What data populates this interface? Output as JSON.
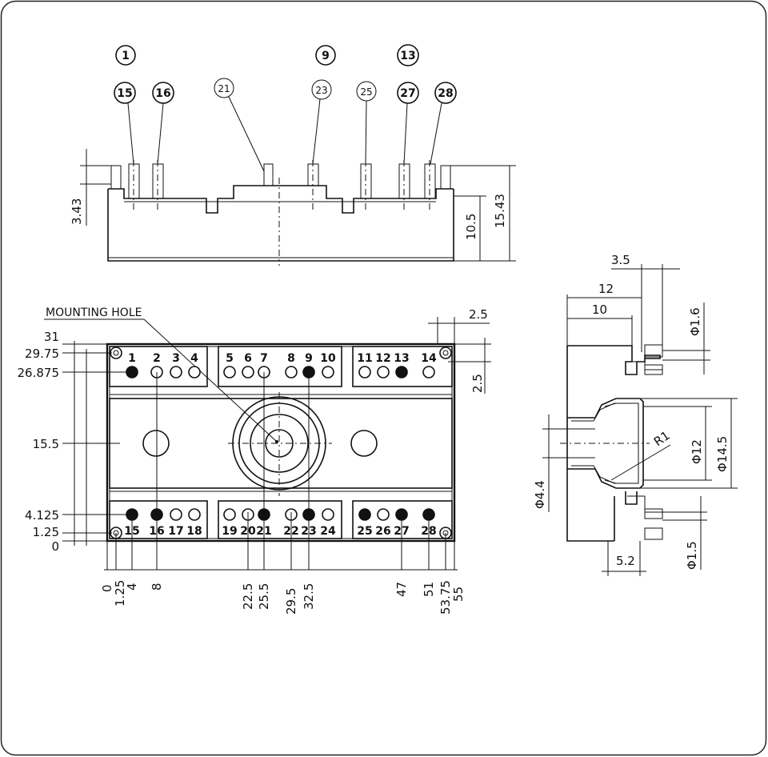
{
  "side_view": {
    "callouts": [
      "1",
      "9",
      "13",
      "15",
      "16",
      "21",
      "23",
      "25",
      "27",
      "28"
    ],
    "dims": {
      "pin_height": "3.43",
      "body_height": "10.5",
      "total_height": "15.43"
    }
  },
  "top_view": {
    "mounting_hole_label": "MOUNTING HOLE",
    "top_row_pins": [
      {
        "label": "1",
        "filled": true
      },
      {
        "label": "2",
        "filled": false
      },
      {
        "label": "3",
        "filled": false
      },
      {
        "label": "4",
        "filled": false
      },
      {
        "label": "5",
        "filled": false
      },
      {
        "label": "6",
        "filled": false
      },
      {
        "label": "7",
        "filled": false
      },
      {
        "label": "8",
        "filled": false
      },
      {
        "label": "9",
        "filled": true
      },
      {
        "label": "10",
        "filled": false
      },
      {
        "label": "11",
        "filled": false
      },
      {
        "label": "12",
        "filled": false
      },
      {
        "label": "13",
        "filled": true
      },
      {
        "label": "14",
        "filled": false
      }
    ],
    "bottom_row_pins": [
      {
        "label": "15",
        "filled": true
      },
      {
        "label": "16",
        "filled": true
      },
      {
        "label": "17",
        "filled": false
      },
      {
        "label": "18",
        "filled": false
      },
      {
        "label": "19",
        "filled": false
      },
      {
        "label": "20",
        "filled": false
      },
      {
        "label": "21",
        "filled": true
      },
      {
        "label": "22",
        "filled": false
      },
      {
        "label": "23",
        "filled": true
      },
      {
        "label": "24",
        "filled": false
      },
      {
        "label": "25",
        "filled": true
      },
      {
        "label": "26",
        "filled": false
      },
      {
        "label": "27",
        "filled": true
      },
      {
        "label": "28",
        "filled": true
      }
    ],
    "y_dims": [
      "31",
      "29.75",
      "26.875",
      "15.5",
      "4.125",
      "1.25",
      "0"
    ],
    "x_dims": [
      "0",
      "1.25",
      "4",
      "8",
      "22.5",
      "25.5",
      "29.5",
      "32.5",
      "47",
      "51",
      "53.75",
      "55"
    ],
    "right_dims": [
      "2.5",
      "2.5"
    ]
  },
  "section_view": {
    "dims": {
      "d35": "3.5",
      "d12": "12",
      "d10": "10",
      "dia16": "Φ1.6",
      "dia12": "Φ12",
      "dia145": "Φ14.5",
      "r1": "R1",
      "dia44": "Φ4.4",
      "dia15": "Φ1.5",
      "d52": "5.2"
    }
  }
}
